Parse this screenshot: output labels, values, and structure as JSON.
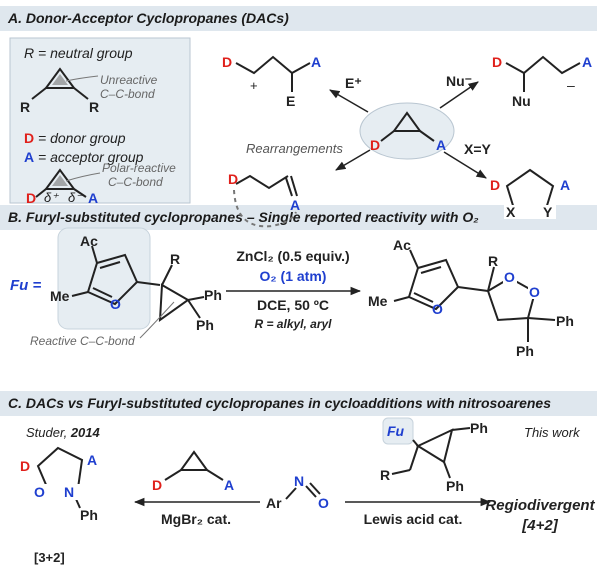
{
  "colors": {
    "band": "#dfe7ee",
    "donor": "#e0201b",
    "acceptor": "#1f3fcf",
    "oxygen": "#1f3fcf",
    "box": "#e6edf2"
  },
  "sectionA": {
    "title": "A. Donor-Acceptor Cyclopropanes (DACs)",
    "r_def": "R = neutral group",
    "r_letter": "R",
    "unreactive": [
      "Unreactive",
      "C–C-bond"
    ],
    "d_def_letter": "D",
    "d_def_text": " = donor group",
    "a_def_letter": "A",
    "a_def_text": " = acceptor group",
    "polar": [
      "Polar-reactive",
      "C–C-bond"
    ],
    "delta_plus": "δ⁺",
    "delta_minus": "δ⁻",
    "d": "D",
    "a": "A",
    "electrophile": "E⁺",
    "e": "E",
    "nucleophile": "Nu⁻",
    "nu": "Nu",
    "xy_reagent": "X=Y",
    "x": "X",
    "y": "Y",
    "rearrangements": "Rearrangements",
    "plus": "+",
    "minus": "–"
  },
  "sectionB": {
    "title": "B. Furyl-substituted cyclopropanes – Single reported reactivity with O₂",
    "fu": "Fu =",
    "ac": "Ac",
    "me": "Me",
    "o": "O",
    "r": "R",
    "ph": "Ph",
    "reactive_bond": "Reactive C–C-bond",
    "cond1": "ZnCl₂ (0.5 equiv.)",
    "cond2": "O₂ (1 atm)",
    "cond3": "DCE, 50 ºC",
    "cond4": "R = alkyl, aryl"
  },
  "sectionC": {
    "title": "C. DACs vs Furyl-substituted cyclopropanes in cycloadditions with nitrosoarenes",
    "studer": "Studer, ",
    "year": "2014",
    "this_work": "This work",
    "mg_cat": "MgBr₂ cat.",
    "la_cat": "Lewis acid cat.",
    "ar": "Ar",
    "n": "N",
    "o": "O",
    "d": "D",
    "a": "A",
    "r": "R",
    "ph": "Ph",
    "fu": "Fu",
    "ring_label": "[3+2]",
    "regio1": "Regiodivergent",
    "regio2": "[4+2]"
  }
}
